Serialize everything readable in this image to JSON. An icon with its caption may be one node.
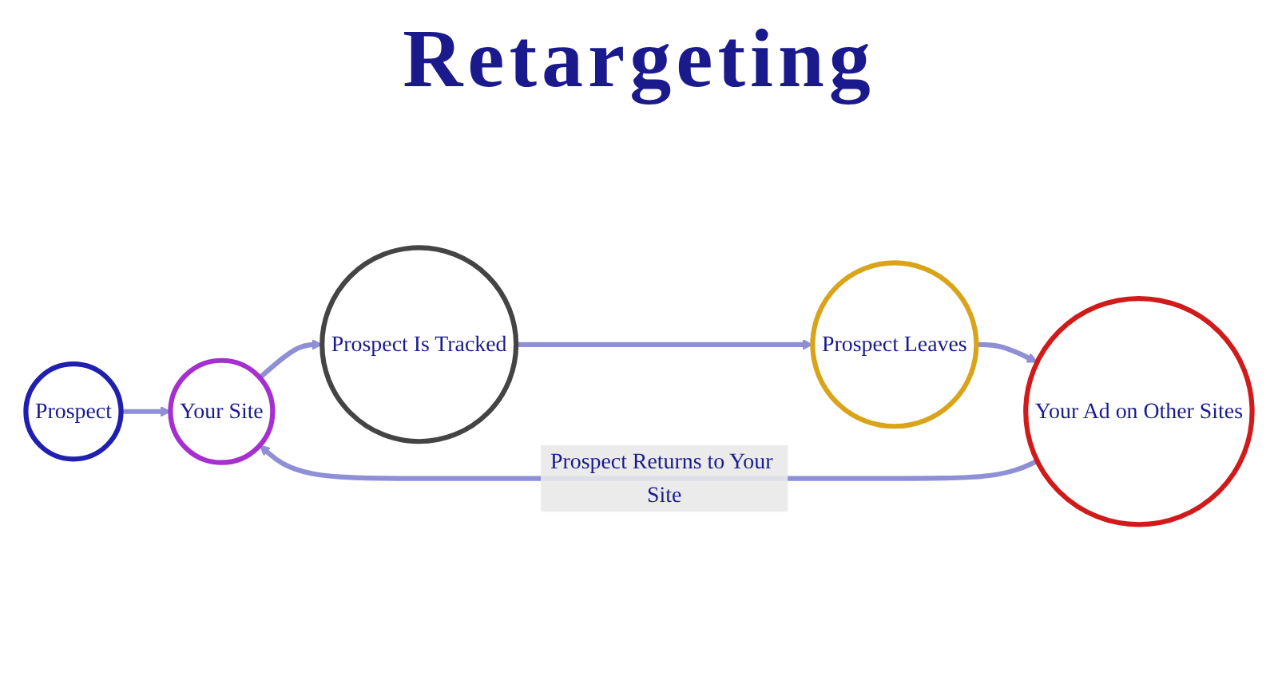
{
  "diagram": {
    "title": "Retargeting",
    "nodes": [
      {
        "text": [
          "Prospect"
        ]
      },
      {
        "text": [
          "Your Site"
        ]
      },
      {
        "text": [
          "Prospect Is Tracked"
        ]
      },
      {
        "text": [
          "Prospect Leaves"
        ]
      },
      {
        "text": [
          "Your Ad on Other Sites"
        ]
      }
    ],
    "edges": [
      {
        "from": 0,
        "to": 1,
        "arrow": "to"
      },
      {
        "from": 1,
        "to": 2,
        "arrow": "to"
      },
      {
        "from": 2,
        "to": 3,
        "arrow": "to"
      },
      {
        "from": 3,
        "to": 4,
        "arrow": "to"
      },
      {
        "from": 4,
        "to": 1,
        "arrow": "to",
        "label": "Prospect Returns to Your Site"
      }
    ]
  }
}
